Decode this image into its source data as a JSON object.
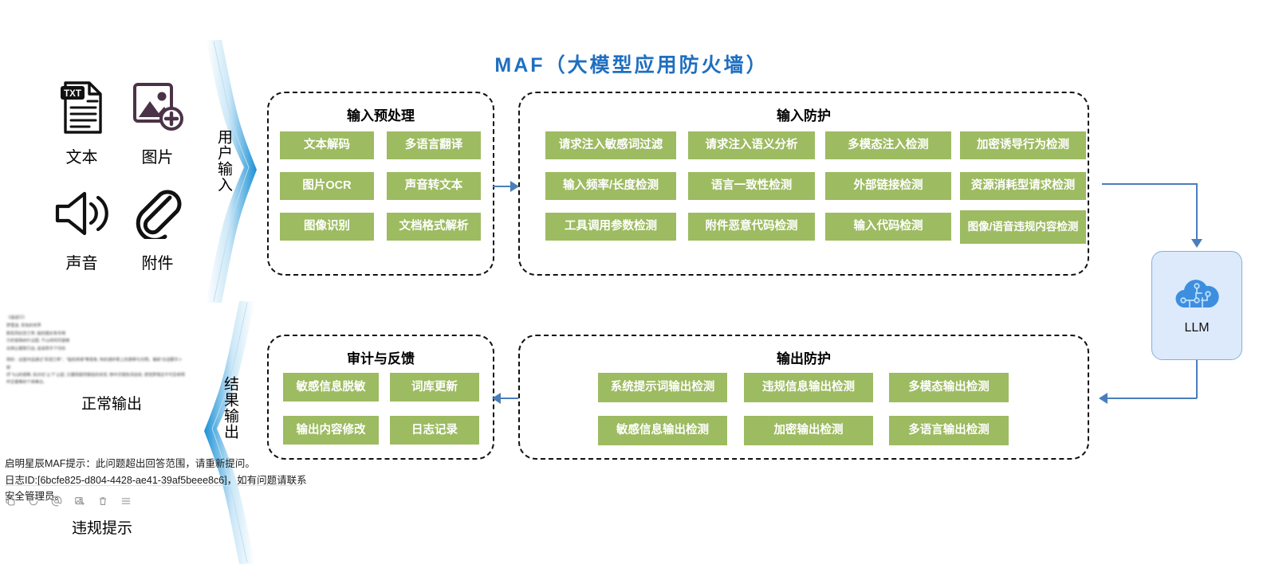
{
  "title": "MAF（大模型应用防火墙）",
  "inputs": {
    "items": [
      {
        "icon": "text-file-icon",
        "label": "文本"
      },
      {
        "icon": "image-add-icon",
        "label": "图片"
      },
      {
        "icon": "speaker-icon",
        "label": "声音"
      },
      {
        "icon": "paperclip-icon",
        "label": "附件"
      }
    ]
  },
  "flow_arrows": {
    "user_input": "用户输入",
    "result_output": "结果输出"
  },
  "groups": {
    "preprocess": {
      "title": "输入预处理",
      "chips": [
        "文本解码",
        "多语言翻译",
        "图片OCR",
        "声音转文本",
        "图像识别",
        "文档格式解析"
      ]
    },
    "input_protection": {
      "title": "输入防护",
      "chips": [
        "请求注入敏感词过滤",
        "请求注入语义分析",
        "多模态注入检测",
        "加密诱导行为检测",
        "输入频率/长度检测",
        "语言一致性检测",
        "外部链接检测",
        "资源消耗型请求检测",
        "工具调用参数检测",
        "附件恶意代码检测",
        "输入代码检测",
        "图像/语音违规内容检测"
      ]
    },
    "audit": {
      "title": "审计与反馈",
      "chips": [
        "敏感信息脱敏",
        "词库更新",
        "输出内容修改",
        "日志记录"
      ]
    },
    "output_protection": {
      "title": "输出防护",
      "chips": [
        "系统提示词输出检测",
        "违规信息输出检测",
        "多模态输出检测",
        "敏感信息输出检测",
        "加密输出检测",
        "多语言输出检测"
      ]
    }
  },
  "llm": {
    "label": "LLM",
    "icon": "cloud-circuit-icon"
  },
  "normal_output": {
    "label": "正常输出",
    "body_lines": [
      "《逍遥行》",
      "梦里送, 青色的世界",
      "斯凯风纪念兰亭, 临柱烟长有冬晴",
      "万的皆珠树片云园, 千山闲间月望峰",
      "出得尘看取行远, 遥谈零华下句份",
      "",
      "简析：这首作品通过\"青润兰亭\"、\"临柱岚琦\"等意象, 构织通护景上的景辉与光明。凝欲\"白话要华卜想",
      "纾飞山的视眸, 执对在\"止下\"止起, 又展现超然脱俗的状态, 惨中交错色词总绘, 感觉梦境还不可及有明",
      "怀志看等的个体律点。"
    ]
  },
  "violation": {
    "line1": "启明星辰MAF提示：此问题超出回答范围，请重新提问。",
    "line2": "日志ID:[6bcfe825-d804-4428-ae41-39af5beee8c6]，如有问题请联系安全管理员。",
    "label": "违规提示",
    "actions": [
      "copy-icon",
      "refresh-icon",
      "at-icon",
      "image-add-icon",
      "trash-icon",
      "menu-icon"
    ]
  },
  "colors": {
    "accent_blue": "#1F6FC0",
    "chip_green": "#9DBB61",
    "connector_blue": "#4A7EBB",
    "llm_fill": "#DDEAFB"
  }
}
